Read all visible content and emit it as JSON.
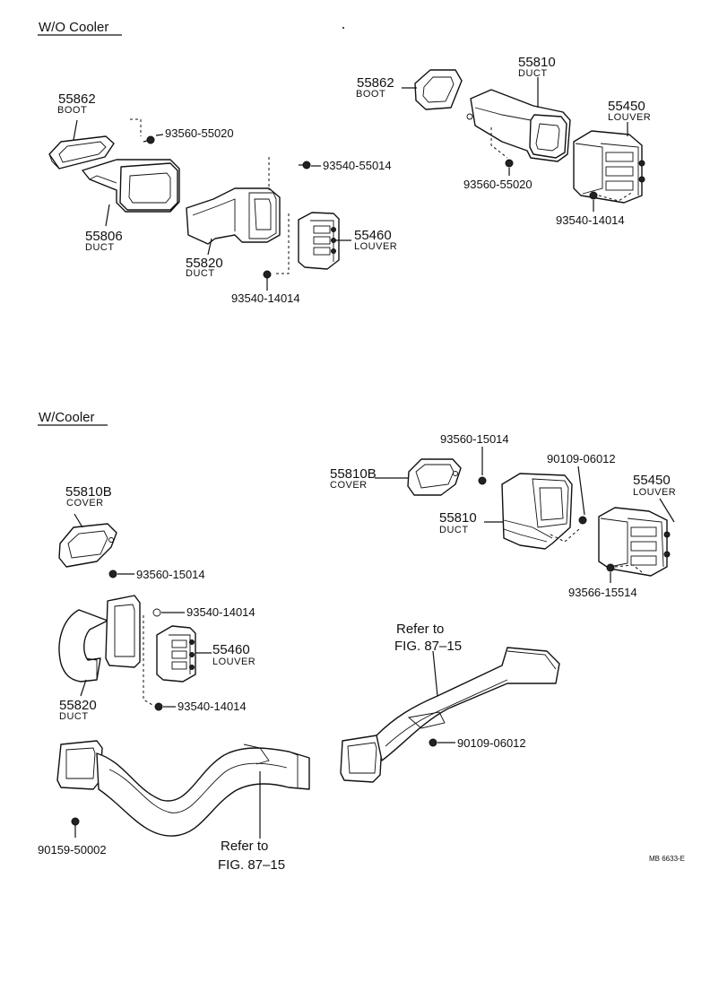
{
  "sections": {
    "without_cooler": "W/O Cooler",
    "with_cooler": "W/Cooler"
  },
  "parts": {
    "a_55862": {
      "num": "55862",
      "name": "BOOT"
    },
    "a_55806": {
      "num": "55806",
      "name": "DUCT"
    },
    "a_55820": {
      "num": "55820",
      "name": "DUCT"
    },
    "a_55460": {
      "num": "55460",
      "name": "LOUVER"
    },
    "b_55862": {
      "num": "55862",
      "name": "BOOT"
    },
    "b_55810": {
      "num": "55810",
      "name": "DUCT"
    },
    "b_55450": {
      "num": "55450",
      "name": "LOUVER"
    },
    "c_55810B": {
      "num": "55810B",
      "name": "COVER"
    },
    "c_55820": {
      "num": "55820",
      "name": "DUCT"
    },
    "c_55460": {
      "num": "55460",
      "name": "LOUVER"
    },
    "d_55810B": {
      "num": "55810B",
      "name": "COVER"
    },
    "d_55810": {
      "num": "55810",
      "name": "DUCT"
    },
    "d_55450": {
      "num": "55450",
      "name": "LOUVER"
    }
  },
  "fasteners": {
    "a1": "93560-55020",
    "a2": "93540-55014",
    "a3": "93540-14014",
    "b1": "93560-55020",
    "b2": "93540-14014",
    "c1": "93560-15014",
    "c2": "93540-14014",
    "c3": "93540-14014",
    "c4": "90159-50002",
    "d1": "93560-15014",
    "d2": "90109-06012",
    "d3": "93566-15514",
    "d4": "90109-06012"
  },
  "refs": {
    "left": {
      "line1": "Refer to",
      "line2": "FIG. 87–15"
    },
    "right": {
      "line1": "Refer to",
      "line2": "FIG. 87–15"
    }
  },
  "drawing_code": "MB 6633-E"
}
